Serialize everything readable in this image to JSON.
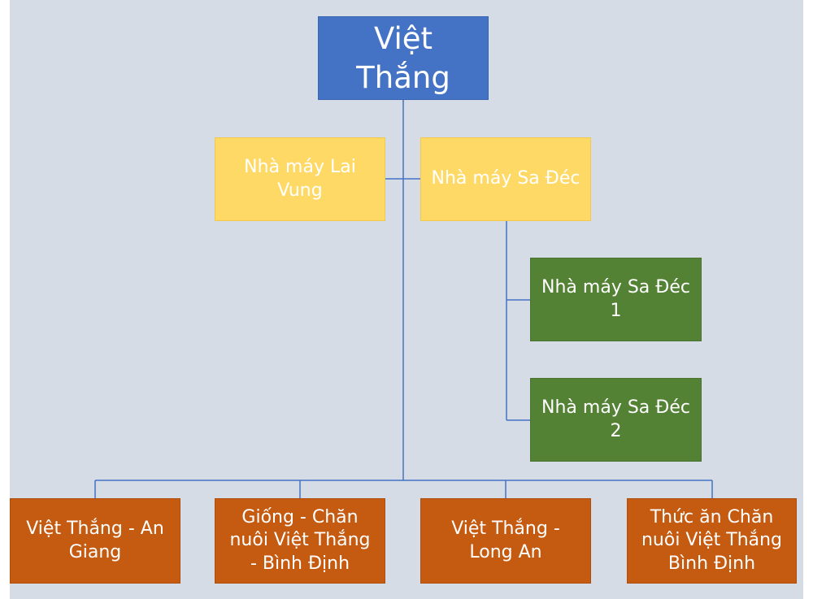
{
  "org_chart": {
    "root": {
      "label": "Việt Thắng"
    },
    "assistants": [
      {
        "lines": [
          "Nhà máy Lai",
          "Vung"
        ]
      },
      {
        "lines": [
          "Nhà máy Sa Đéc"
        ]
      }
    ],
    "sub_units": [
      {
        "lines": [
          "Nhà máy Sa Đéc",
          "1"
        ]
      },
      {
        "lines": [
          "Nhà máy Sa Đéc",
          "2"
        ]
      }
    ],
    "units": [
      {
        "lines": [
          "Việt Thắng - An",
          "Giang"
        ]
      },
      {
        "lines": [
          "Giống - Chăn",
          "nuôi Việt Thắng",
          "- Bình Định"
        ]
      },
      {
        "lines": [
          "Việt Thắng -",
          "Long An"
        ]
      },
      {
        "lines": [
          "Thức ăn Chăn",
          "nuôi Việt Thắng",
          "Bình Định"
        ]
      }
    ],
    "colors": {
      "background": "#d6dce5",
      "root": "#4472c4",
      "assistant": "#ffd966",
      "sub_unit": "#548235",
      "unit": "#c55a11",
      "connector": "#4472c4"
    }
  }
}
